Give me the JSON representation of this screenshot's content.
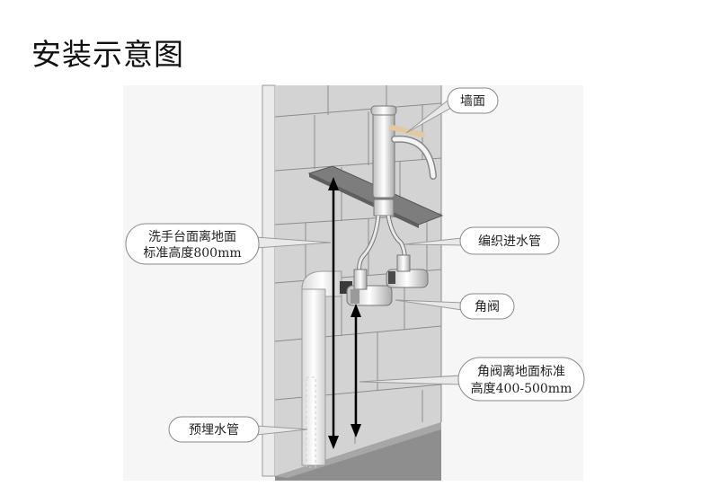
{
  "title": "安装示意图",
  "labels": {
    "wall": "墙面",
    "braided_pipe": "编织进水管",
    "basin_height_line1": "洗手台面离地面",
    "basin_height_line2": "标准高度800mm",
    "angle_valve": "角阀",
    "valve_height_line1": "角阀离地面标准",
    "valve_height_line2": "高度400-500mm",
    "embedded_pipe": "预埋水管"
  }
}
